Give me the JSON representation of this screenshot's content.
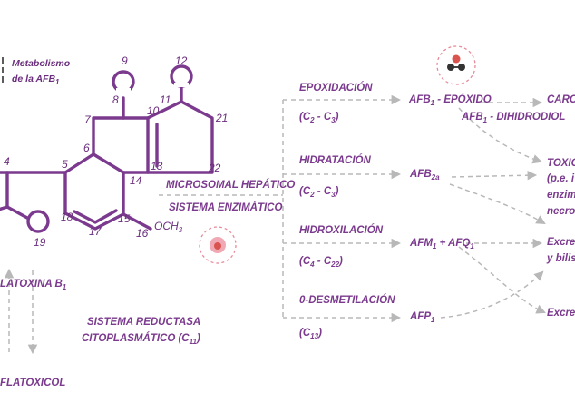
{
  "colors": {
    "purple": "#7b3a8e",
    "arrow": "#b8b8b8",
    "pink": "#e88a99",
    "cell": "#d9534f"
  },
  "legend": {
    "line1": "Metabolismo",
    "line2_prefix": "de la AFB",
    "line2_sub": "1"
  },
  "atoms": {
    "n4": "4",
    "n5": "5",
    "n6": "6",
    "n7": "7",
    "n8": "8",
    "n9": "9",
    "n10": "10",
    "n11": "11",
    "n12": "12",
    "n13": "13",
    "n14": "14",
    "n15": "15",
    "n16": "16",
    "n17": "17",
    "n18": "18",
    "n19": "19",
    "n21": "21",
    "n22": "22",
    "och3": "OCH",
    "och3_sub": "3"
  },
  "molecule": {
    "name_prefix": "LATOXINA B",
    "name_sub": "1",
    "aflatoxicol": "FLATOXICOL"
  },
  "systems": {
    "microsomal_line1": "MICROSOMAL HEPÁTICO",
    "microsomal_line2": "SISTEMA ENZIMÁTICO",
    "reductase_line1": "SISTEMA REDUCTASA",
    "reductase_line2_prefix": "CITOPLASMÁTICO (C",
    "reductase_line2_sub": "11",
    "reductase_line2_suffix": ")"
  },
  "reactions": [
    {
      "name": "EPOXIDACIÓN",
      "cond_a": "C",
      "cond_a_sub": "2",
      "cond_sep": " - C",
      "cond_b_sub": "3"
    },
    {
      "name": "HIDRATACIÓN",
      "cond_a": "C",
      "cond_a_sub": "2",
      "cond_sep": " - C",
      "cond_b_sub": "3"
    },
    {
      "name": "HIDROXILACIÓN",
      "cond_a": "C",
      "cond_a_sub": "4",
      "cond_sep": " - C",
      "cond_b_sub": "22"
    },
    {
      "name": "0-DESMETILACIÓN",
      "cond_a": "C",
      "cond_a_sub": "13",
      "cond_sep": "",
      "cond_b_sub": ""
    }
  ],
  "products": {
    "epoxide_prefix": "AFB",
    "epoxide_sub": "1",
    "epoxide_suffix": " - EPÓXIDO",
    "dihydrodiol_prefix": "AFB",
    "dihydrodiol_sub": "1",
    "dihydrodiol_suffix": " - DIHIDRODIOL",
    "afb2a_prefix": "AFB",
    "afb2a_sub": "2a",
    "afm_prefix": "AFM",
    "afm_sub": "1",
    "afm_mid": " + AFQ",
    "afq_sub": "1",
    "afp_prefix": "AFP",
    "afp_sub": "1"
  },
  "outcomes": {
    "carcin": "CARCI",
    "toxic_1": "TOXIC",
    "toxic_2": "(p.e. i",
    "toxic_3": "enzim",
    "toxic_4": "necros",
    "excrec_1": "Excrec",
    "excrec_2": "y bilis",
    "excrec_3": "Excrec"
  }
}
